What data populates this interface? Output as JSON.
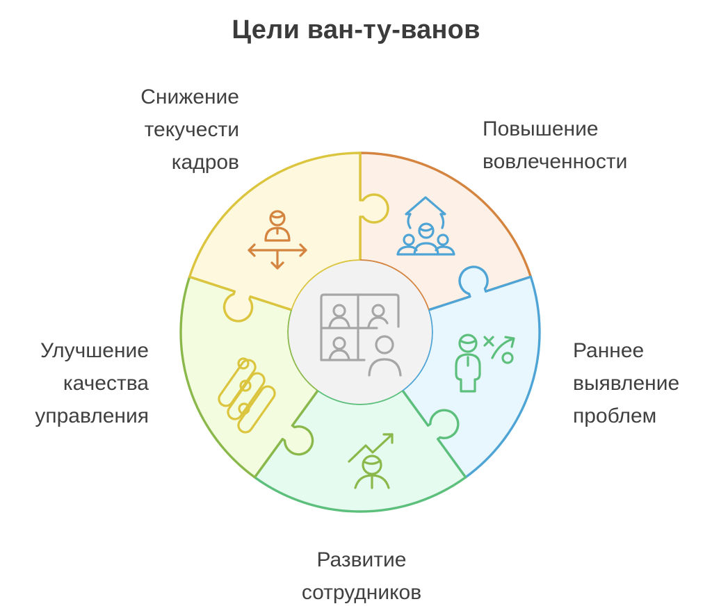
{
  "title": "Цели ван-ту-ванов",
  "center": {
    "icon": "video-meeting-grid-icon",
    "color": "#a6a6a6",
    "fill": "#f2f2f2"
  },
  "segments": [
    {
      "id": "retention",
      "label_lines": [
        "Снижение",
        "текучести",
        "кадров"
      ],
      "icon": "person-directions-arrows-icon",
      "stroke": "#d4843f",
      "fill": "#fdf0e6"
    },
    {
      "id": "engagement",
      "label_lines": [
        "Повышение",
        "вовлеченности"
      ],
      "icon": "team-growth-arrow-icon",
      "stroke": "#4fa4d6",
      "fill": "#e8f6fd"
    },
    {
      "id": "early-detection",
      "label_lines": [
        "Раннее",
        "выявление",
        "проблем"
      ],
      "icon": "person-strategy-plan-icon",
      "stroke": "#5cbf7c",
      "fill": "#e6fbf0"
    },
    {
      "id": "development",
      "label_lines": [
        "Развитие",
        "сотрудников"
      ],
      "icon": "person-growth-chart-icon",
      "stroke": "#8ab84a",
      "fill": "#f3fcdf"
    },
    {
      "id": "management",
      "label_lines": [
        "Улучшение",
        "качества",
        "управления"
      ],
      "icon": "linked-capsules-icon",
      "stroke": "#dcc53e",
      "fill": "#fdf8de"
    }
  ]
}
